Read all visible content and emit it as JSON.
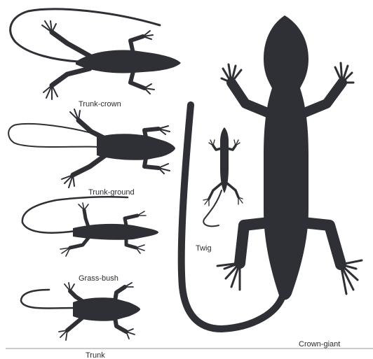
{
  "figure": {
    "labels": {
      "trunk_crown": "Trunk-crown",
      "trunk_ground": "Trunk-ground",
      "grass_bush": "Grass-bush",
      "trunk": "Trunk",
      "twig": "Twig",
      "crown_giant": "Crown-giant"
    },
    "silhouette_color": "#2e3036",
    "baseline_color": "#9a9a9a"
  }
}
